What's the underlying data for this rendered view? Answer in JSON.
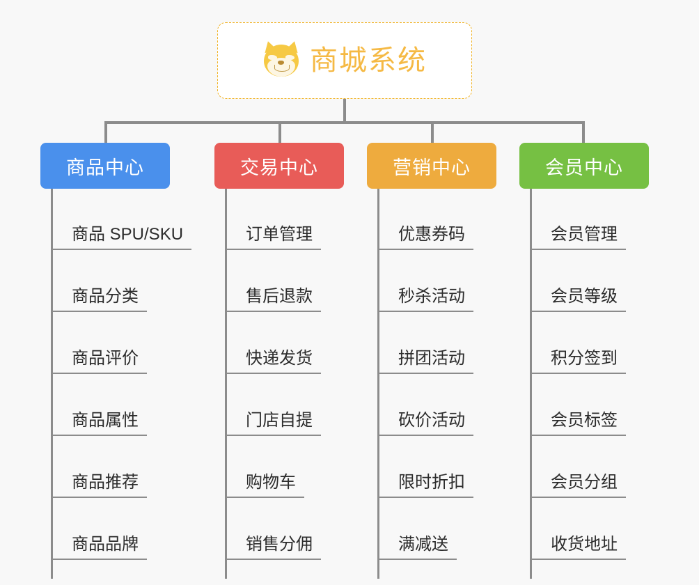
{
  "root": {
    "title": "商城系统",
    "icon": "dog-face-emoji",
    "border_color": "#f0b429",
    "text_color": "#f5b944",
    "background": "#ffffff"
  },
  "canvas": {
    "background": "#f8f8f8",
    "connector_color": "#8c8c8c"
  },
  "branches": [
    {
      "label": "商品中心",
      "color": "#4a90ec",
      "items": [
        "商品 SPU/SKU",
        "商品分类",
        "商品评价",
        "商品属性",
        "商品推荐",
        "商品品牌"
      ]
    },
    {
      "label": "交易中心",
      "color": "#e85c58",
      "items": [
        "订单管理",
        "售后退款",
        "快递发货",
        "门店自提",
        "购物车",
        "销售分佣"
      ]
    },
    {
      "label": "营销中心",
      "color": "#eeab3e",
      "items": [
        "优惠券码",
        "秒杀活动",
        "拼团活动",
        "砍价活动",
        "限时折扣",
        "满减送"
      ]
    },
    {
      "label": "会员中心",
      "color": "#76c043",
      "items": [
        "会员管理",
        "会员等级",
        "积分签到",
        "会员标签",
        "会员分组",
        "收货地址"
      ]
    }
  ]
}
